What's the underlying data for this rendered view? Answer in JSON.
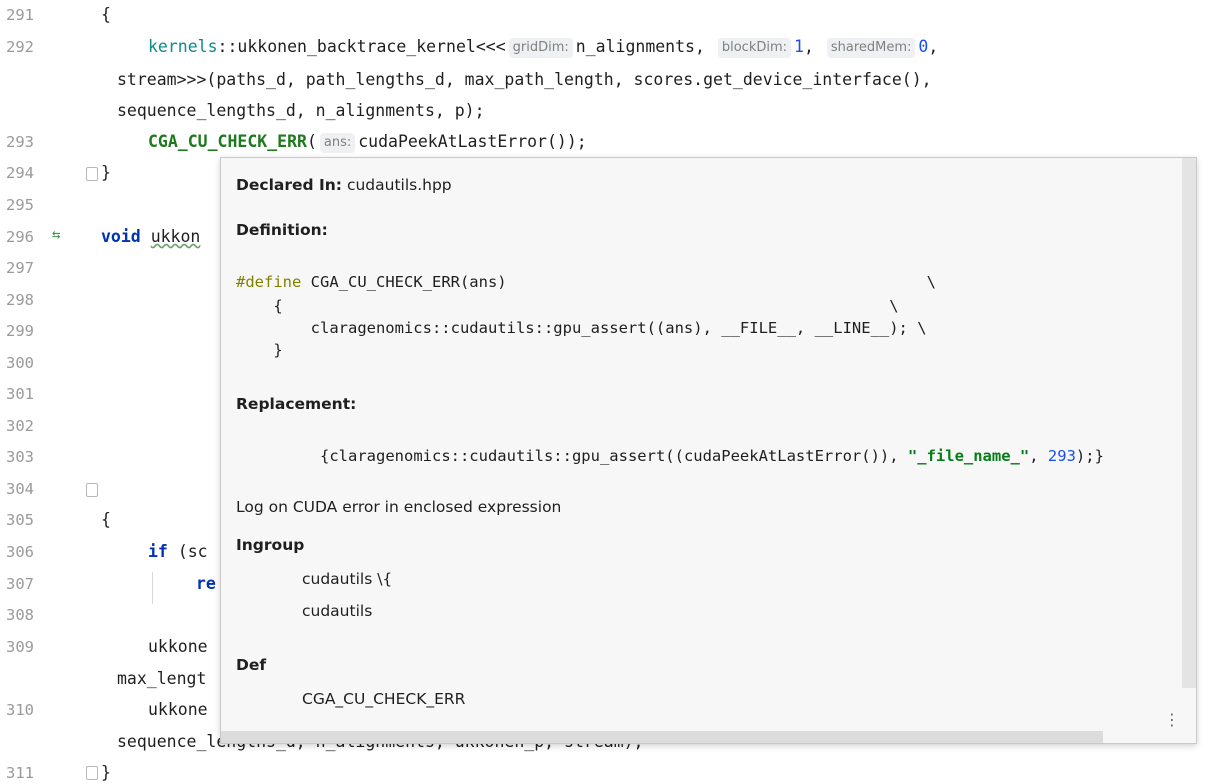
{
  "gutter": {
    "line_numbers": [
      "291",
      "292",
      "293",
      "294",
      "295",
      "296",
      "297",
      "298",
      "299",
      "300",
      "301",
      "302",
      "303",
      "304",
      "305",
      "306",
      "307",
      "308",
      "309",
      "310",
      "311"
    ]
  },
  "code": {
    "l291": "{",
    "l292_ns": "kernels",
    "l292_a": "::ukkonen_backtrace_kernel<<<",
    "l292_hint1": "gridDim:",
    "l292_b": "n_alignments,",
    "l292_hint2": "blockDim:",
    "l292_num1": "1",
    "l292_c": ",",
    "l292_hint3": "sharedMem:",
    "l292_num2": "0",
    "l292_d": ",",
    "l292_wrap1": "stream>>>(paths_d, path_lengths_d, max_path_length, scores.get_device_interface(),",
    "l292_wrap2": "sequence_lengths_d, n_alignments, p);",
    "l293_macro": "CGA_CU_CHECK_ERR",
    "l293_a": "(",
    "l293_hint": "ans:",
    "l293_b": "cudaPeekAtLastError());",
    "l294": "}",
    "l296_kw": "void",
    "l296_rest": "ukkon",
    "l305": "{",
    "l306_kw": "if",
    "l306_rest": "(sc",
    "l307_kw": "re",
    "l309": "ukkone",
    "l309_wrap": "max_lengt",
    "l310": "ukkone",
    "l310_wrap": "sequence_lengths_d, n_alignments, ukkonen_p, stream);",
    "l311": "}"
  },
  "popup": {
    "declared_label": "Declared In:",
    "declared_value": "cudautils.hpp",
    "definition_label": "Definition:",
    "def_pp": "#define",
    "def_line1": "CGA_CU_CHECK_ERR(ans)                                             \\",
    "def_line2": "    {                                                                 \\",
    "def_line3": "        claragenomics::cudautils::gpu_assert((ans), __FILE__, __LINE__); \\",
    "def_line4": "    }",
    "replacement_label": "Replacement:",
    "rep_a": "{claragenomics::cudautils::gpu_assert((cudaPeekAtLastError()), ",
    "rep_str": "\"_file_name_\"",
    "rep_b": ", ",
    "rep_num": "293",
    "rep_c": ");}",
    "description": "Log on CUDA error in enclosed expression",
    "ingroup_label": "Ingroup",
    "ingroup_1": "cudautils \\{",
    "ingroup_2": "cudautils",
    "def_label": "Def",
    "def_value": "CGA_CU_CHECK_ERR"
  },
  "icons": {
    "kebab": "⋮",
    "override_arrows": "⇆"
  }
}
